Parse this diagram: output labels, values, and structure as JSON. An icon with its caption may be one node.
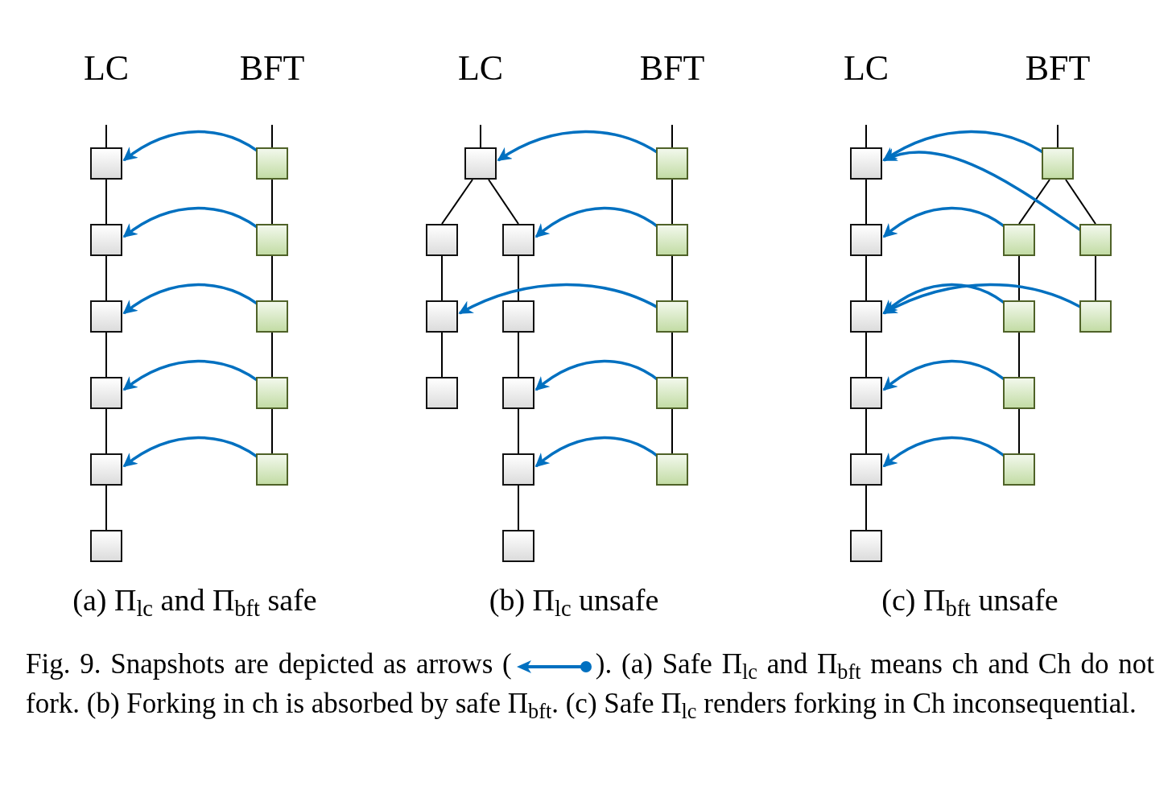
{
  "diagram": {
    "caption": "Fig. 9.  Snapshots are depicted as arrows ( ). (a) Safe Π$_{lc}$ and Π$_{bft}$ means ch and Ch do not fork. (b) Forking in ch is absorbed by safe Π$_{bft}$. (c) Safe Π$_{lc}$ renders forking in Ch inconsequential.",
    "nodes": [
      {
        "text": [],
        "shape": "box"
      },
      {
        "text": [],
        "shape": "box"
      },
      {
        "text": [],
        "shape": "box"
      },
      {
        "text": [],
        "shape": "box"
      },
      {
        "text": [],
        "shape": "box"
      },
      {
        "text": [],
        "shape": "box"
      },
      {
        "text": [],
        "shape": "box"
      },
      {
        "text": [],
        "shape": "box"
      },
      {
        "text": [],
        "shape": "box"
      },
      {
        "text": [],
        "shape": "box"
      },
      {
        "text": [],
        "shape": "box"
      },
      {
        "text": [],
        "shape": "box"
      },
      {
        "text": [],
        "shape": "box"
      },
      {
        "text": [],
        "shape": "box"
      },
      {
        "text": [],
        "shape": "box"
      },
      {
        "text": [],
        "shape": "box"
      },
      {
        "text": [],
        "shape": "box"
      },
      {
        "text": [],
        "shape": "box"
      },
      {
        "text": [],
        "shape": "box"
      },
      {
        "text": [],
        "shape": "box"
      },
      {
        "text": [],
        "shape": "box"
      },
      {
        "text": [],
        "shape": "box"
      },
      {
        "text": [],
        "shape": "box"
      },
      {
        "text": [],
        "shape": "box"
      },
      {
        "text": [],
        "shape": "box"
      },
      {
        "text": [],
        "shape": "box"
      },
      {
        "text": [],
        "shape": "box"
      },
      {
        "text": [],
        "shape": "box"
      },
      {
        "text": [],
        "shape": "box"
      },
      {
        "text": [],
        "shape": "box"
      },
      {
        "text": [],
        "shape": "box"
      },
      {
        "text": [],
        "shape": "box"
      },
      {
        "text": [],
        "shape": "box"
      },
      {
        "text": [],
        "shape": "box"
      },
      {
        "text": [],
        "shape": "box"
      },
      {
        "text": [],
        "shape": "box"
      },
      {
        "text": [],
        "shape": "box"
      },
      {
        "text": [],
        "shape": "box"
      }
    ],
    "edges": [
      {
        "from": null,
        "to": 0,
        "arrow": "none"
      },
      {
        "from": 0,
        "to": 1,
        "arrow": "none"
      },
      {
        "from": 1,
        "to": 2,
        "arrow": "none"
      },
      {
        "from": 2,
        "to": 3,
        "arrow": "none"
      },
      {
        "from": 3,
        "to": 4,
        "arrow": "none"
      },
      {
        "from": 4,
        "to": 5,
        "arrow": "none"
      },
      {
        "from": null,
        "to": 6,
        "arrow": "none"
      },
      {
        "from": 6,
        "to": 7,
        "arrow": "none"
      },
      {
        "from": 7,
        "to": 8,
        "arrow": "none"
      },
      {
        "from": 8,
        "to": 9,
        "arrow": "none"
      },
      {
        "from": 9,
        "to": 10,
        "arrow": "none"
      },
      {
        "from": 6,
        "to": 0,
        "arrow": "to",
        "color": "#0070c0"
      },
      {
        "from": 7,
        "to": 1,
        "arrow": "to",
        "color": "#0070c0"
      },
      {
        "from": 8,
        "to": 2,
        "arrow": "to",
        "color": "#0070c0"
      },
      {
        "from": 9,
        "to": 3,
        "arrow": "to",
        "color": "#0070c0"
      },
      {
        "from": 10,
        "to": 4,
        "arrow": "to",
        "color": "#0070c0"
      },
      {
        "from": null,
        "to": 11,
        "arrow": "none"
      },
      {
        "from": 11,
        "to": 12,
        "arrow": "none"
      },
      {
        "from": 12,
        "to": 13,
        "arrow": "none"
      },
      {
        "from": 13,
        "to": 14,
        "arrow": "none"
      },
      {
        "from": 11,
        "to": 15,
        "arrow": "none"
      },
      {
        "from": 15,
        "to": 16,
        "arrow": "none"
      },
      {
        "from": 16,
        "to": 17,
        "arrow": "none"
      },
      {
        "from": 17,
        "to": 18,
        "arrow": "none"
      },
      {
        "from": 18,
        "to": 19,
        "arrow": "none"
      },
      {
        "from": null,
        "to": 20,
        "arrow": "none"
      },
      {
        "from": 20,
        "to": 21,
        "arrow": "none"
      },
      {
        "from": 21,
        "to": 22,
        "arrow": "none"
      },
      {
        "from": 22,
        "to": 23,
        "arrow": "none"
      },
      {
        "from": 23,
        "to": 24,
        "arrow": "none"
      },
      {
        "from": 20,
        "to": 11,
        "arrow": "to",
        "color": "#0070c0"
      },
      {
        "from": 21,
        "to": 15,
        "arrow": "to",
        "color": "#0070c0"
      },
      {
        "from": 22,
        "to": 13,
        "arrow": "to",
        "color": "#0070c0"
      },
      {
        "from": 23,
        "to": 17,
        "arrow": "to",
        "color": "#0070c0"
      },
      {
        "from": 24,
        "to": 18,
        "arrow": "to",
        "color": "#0070c0"
      },
      {
        "from": null,
        "to": 25,
        "arrow": "none"
      },
      {
        "from": 25,
        "to": 26,
        "arrow": "none"
      },
      {
        "from": 26,
        "to": 27,
        "arrow": "none"
      },
      {
        "from": 27,
        "to": 28,
        "arrow": "none"
      },
      {
        "from": 28,
        "to": 29,
        "arrow": "none"
      },
      {
        "from": 29,
        "to": 30,
        "arrow": "none"
      },
      {
        "from": null,
        "to": 31,
        "arrow": "none"
      },
      {
        "from": 31,
        "to": 32,
        "arrow": "none"
      },
      {
        "from": 31,
        "to": 33,
        "arrow": "none"
      },
      {
        "from": 32,
        "to": 34,
        "arrow": "none"
      },
      {
        "from": 34,
        "to": 36,
        "arrow": "none"
      },
      {
        "from": 36,
        "to": 37,
        "arrow": "none"
      },
      {
        "from": 33,
        "to": 35,
        "arrow": "none"
      },
      {
        "from": 31,
        "to": 25,
        "arrow": "to",
        "color": "#0070c0"
      },
      {
        "from": 33,
        "to": 25,
        "arrow": "to",
        "color": "#0070c0"
      },
      {
        "from": 32,
        "to": 26,
        "arrow": "to",
        "color": "#0070c0"
      },
      {
        "from": 34,
        "to": 27,
        "arrow": "to",
        "color": "#0070c0"
      },
      {
        "from": 35,
        "to": 27,
        "arrow": "to",
        "color": "#0070c0"
      },
      {
        "from": 36,
        "to": 28,
        "arrow": "to",
        "color": "#0070c0"
      },
      {
        "from": 37,
        "to": 29,
        "arrow": "to",
        "color": "#0070c0"
      }
    ],
    "labels": [
      "LC",
      "BFT",
      "LC",
      "BFT",
      "LC",
      "BFT",
      "(a) Π$_{lc}$ and Π$_{bft}$ safe",
      "(b) Π$_{lc}$ unsafe",
      "(c) Π$_{bft}$ unsafe"
    ]
  }
}
